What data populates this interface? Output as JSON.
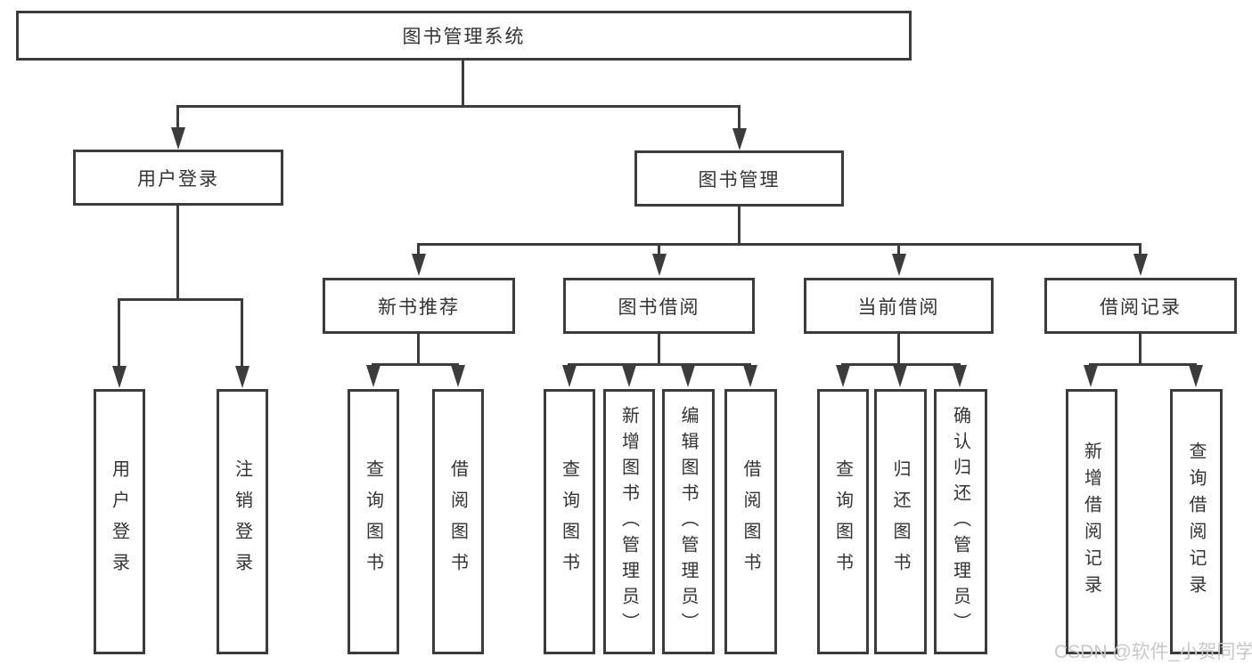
{
  "diagram": {
    "root": "图书管理系统",
    "level2": {
      "user_login": "用户登录",
      "book_mgmt": "图书管理"
    },
    "level3": {
      "new_books": "新书推荐",
      "borrowing": "图书借阅",
      "current": "当前借阅",
      "records": "借阅记录"
    },
    "leaves": {
      "user_login_1": "用户登录",
      "user_login_2": "注销登录",
      "new_books_1": "查询图书",
      "new_books_2": "借阅图书",
      "borrowing_1": "查询图书",
      "borrowing_2": "新增图书（管理员）",
      "borrowing_3": "编辑图书（管理员）",
      "borrowing_4": "借阅图书",
      "current_1": "查询图书",
      "current_2": "归还图书",
      "current_3": "确认归还（管理员）",
      "records_1": "新增借阅记录",
      "records_2": "查询借阅记录"
    },
    "colors": {
      "line": "#3c3c3c",
      "text": "#333333",
      "watermark": "#c8c8c8"
    }
  },
  "watermark": "CSDN @软件_小贺同学"
}
